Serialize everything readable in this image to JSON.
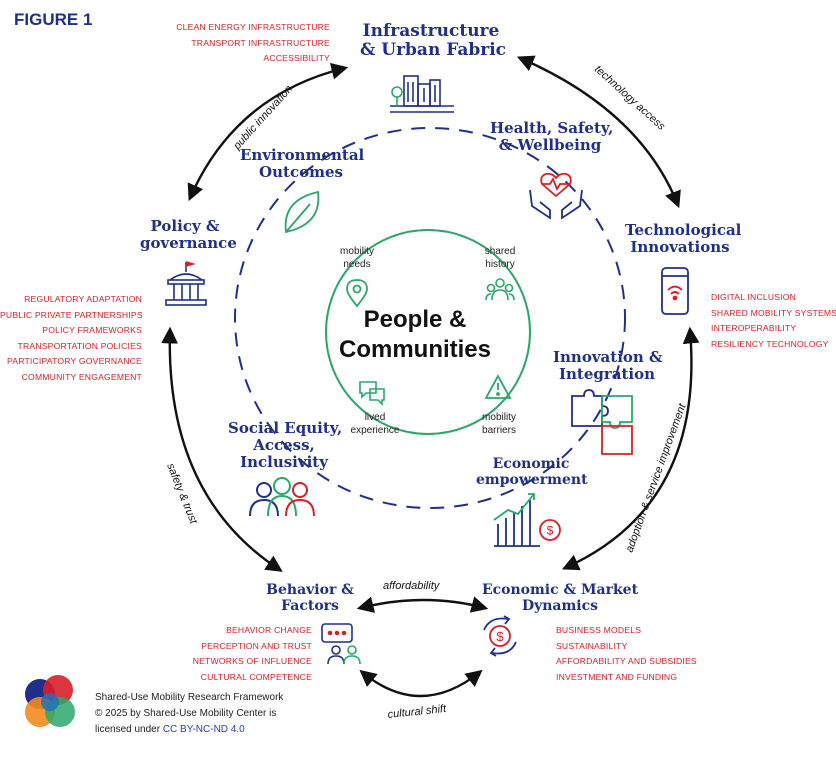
{
  "figure_label": "FIGURE 1",
  "center": {
    "title_line1": "People &",
    "title_line2": "Communities",
    "items": [
      {
        "line1": "mobility",
        "line2": "needs"
      },
      {
        "line1": "shared",
        "line2": "history"
      },
      {
        "line1": "lived",
        "line2": "experience"
      },
      {
        "line1": "mobility",
        "line2": "barriers"
      }
    ]
  },
  "outer_nodes": {
    "infrastructure": {
      "line1": "Infrastructure",
      "line2": "& Urban Fabric",
      "items": [
        "CLEAN ENERGY INFRASTRUCTURE",
        "TRANSPORT INFRASTRUCTURE",
        "ACCESSIBILITY"
      ]
    },
    "policy": {
      "line1": "Policy &",
      "line2": "governance",
      "items": [
        "REGULATORY ADAPTATION",
        "PUBLIC PRIVATE PARTNERSHIPS",
        "POLICY FRAMEWORKS",
        "TRANSPORTATION POLICIES",
        "PARTICIPATORY GOVERNANCE",
        "COMMUNITY ENGAGEMENT"
      ]
    },
    "technological": {
      "line1": "Technological",
      "line2": "Innovations",
      "items": [
        "DIGITAL INCLUSION",
        "SHARED MOBILITY SYSTEMS",
        "INTEROPERABILITY",
        "RESILIENCY TECHNOLOGY"
      ]
    },
    "behavior": {
      "line1": "Behavior &",
      "line2": "Factors",
      "items": [
        "BEHAVIOR CHANGE",
        "PERCEPTION AND TRUST",
        "NETWORKS OF INFLUENCE",
        "CULTURAL COMPETENCE"
      ]
    },
    "economic_market": {
      "line1": "Economic & Market",
      "line2": "Dynamics",
      "items": [
        "BUSINESS MODELS",
        "SUSTAINABILITY",
        "AFFORDABILITY AND SUBSIDIES",
        "INVESTMENT AND FUNDING"
      ]
    }
  },
  "inner_nodes": {
    "environmental": {
      "line1": "Environmental",
      "line2": "Outcomes"
    },
    "health": {
      "line1": "Health, Safety,",
      "line2": "& Wellbeing"
    },
    "innovation": {
      "line1": "Innovation &",
      "line2": "Integration"
    },
    "economic_empowerment": {
      "line1": "Economic",
      "line2": "empowerment"
    },
    "social_equity": {
      "line1": "Social Equity,",
      "line2": "Access,",
      "line3": "Inclusivity"
    }
  },
  "arrows": {
    "public_innovation": "public innovation",
    "technology_access": "technology access",
    "safety_trust": "safety & trust",
    "adoption": "adoption & service improvement",
    "affordability": "affordability",
    "cultural_shift": "cultural shift"
  },
  "credit": {
    "line1": "Shared-Use Mobility Research Framework",
    "line2": "© 2025 by Shared-Use Mobility Center is",
    "line3_prefix": "licensed under ",
    "line3_license": "CC BY-NC-ND 4.0"
  },
  "colors": {
    "navy": "#1f2f8c",
    "red": "#d91f26",
    "green": "#2aa86a",
    "black": "#111111"
  }
}
